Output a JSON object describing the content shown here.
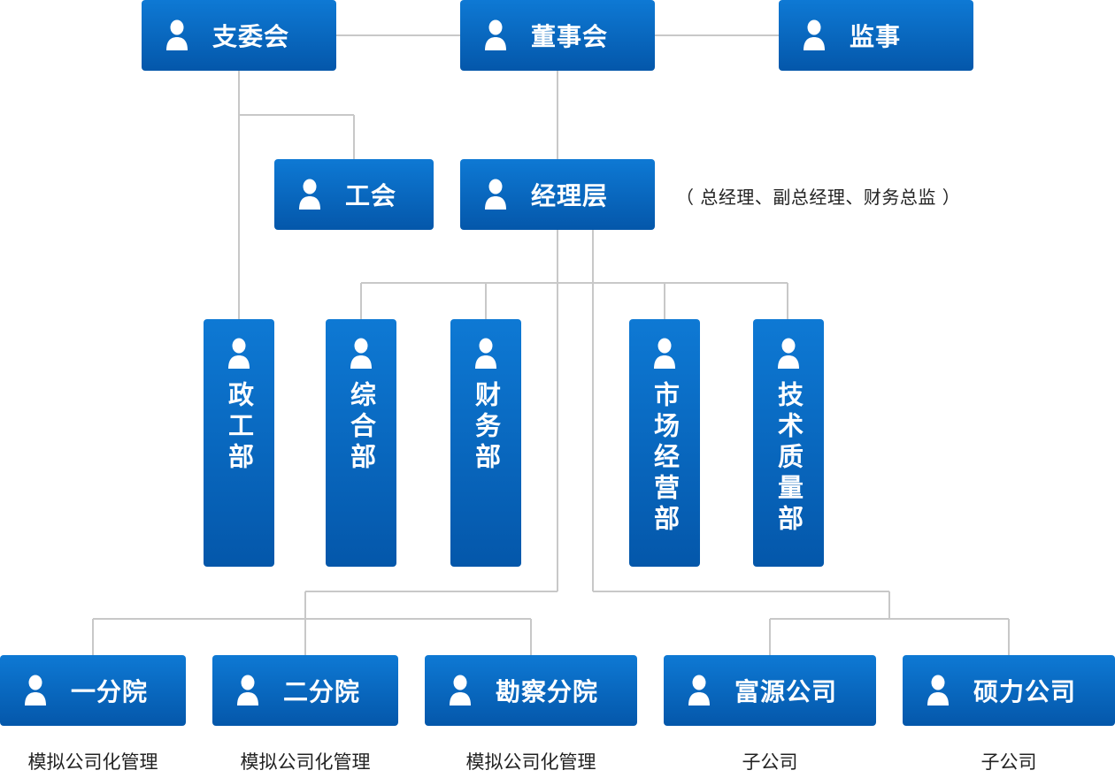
{
  "colors": {
    "box_top": "#0e79d4",
    "box_bottom": "#0457aa",
    "connector": "#c8c8c8",
    "text_on_box": "#ffffff",
    "caption_text": "#222222"
  },
  "nodes": {
    "party_committee": "支委会",
    "board": "董事会",
    "supervisor": "监事",
    "union": "工会",
    "management": "经理层",
    "political_dept": "政工部",
    "general_dept": "综合部",
    "finance_dept": "财务部",
    "market_dept": "市场经营部",
    "tech_quality_dept": "技术质量部",
    "branch_one": "一分院",
    "branch_two": "二分院",
    "survey_branch": "勘察分院",
    "fuyuan_company": "富源公司",
    "shuoli_company": "硕力公司"
  },
  "management_note": "（ 总经理、副总经理、财务总监 ）",
  "captions": {
    "branch_one": "模拟公司化管理",
    "branch_two": "模拟公司化管理",
    "survey_branch": "模拟公司化管理",
    "fuyuan_company": "子公司",
    "shuoli_company": "子公司"
  },
  "icon_name": "person-icon"
}
